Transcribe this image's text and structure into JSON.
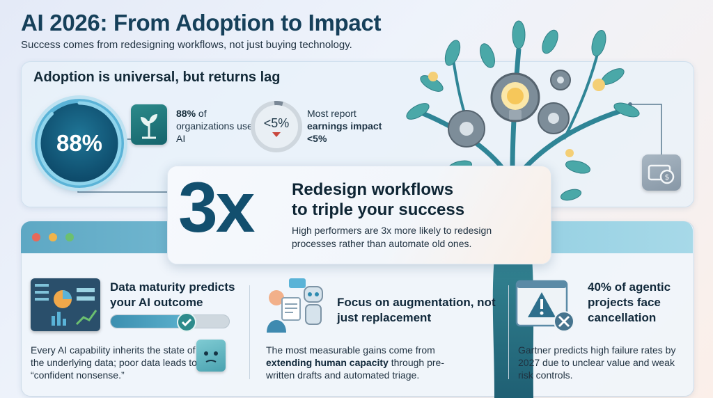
{
  "header": {
    "title": "AI 2026: From Adoption to Impact",
    "subtitle": "Success comes from redesigning workflows, not just buying technology."
  },
  "adoption": {
    "heading": "Adoption is universal, but returns lag",
    "ring_value": "88%",
    "ring_fraction": 0.88,
    "stat_bold": "88%",
    "stat_rest": " of organizations use AI",
    "earnings_ring_value": "<5%",
    "earnings_text_1": "Most report ",
    "earnings_text_bold": "earnings impact <5%"
  },
  "feature": {
    "big_value": "3x",
    "headline_1": "Redesign workflows",
    "headline_2": "to triple your success",
    "body": "High performers are 3x more likely to redesign processes rather than automate old ones."
  },
  "window_dots": {
    "red": "#e8695a",
    "yellow": "#f0b44a",
    "green": "#6cc070"
  },
  "columns": [
    {
      "title": "Data maturity predicts your AI outcome",
      "body": "Every AI capability inherits the state of the underlying data; poor data leads to “confident nonsense.”",
      "progress": 0.72
    },
    {
      "title": "Focus on augmentation, not just replacement",
      "body_1": "The most measurable gains come from ",
      "body_bold": "extending human capacity",
      "body_2": " through pre-written drafts and automated triage."
    },
    {
      "title": "40% of agentic projects face cancellation",
      "body": "Gartner predicts high failure rates by 2027 due to unclear value and weak risk controls."
    }
  ],
  "icons": {
    "plant": "plant-icon",
    "money": "money-icon",
    "dashboard": "dashboard-icon",
    "check": "check-icon",
    "cube": "data-cube-icon",
    "robot": "robot-assistant-icon",
    "warning": "warning-icon",
    "tree": "tree-gears-illustration"
  },
  "colors": {
    "accent": "#124f6e",
    "teal": "#2e8b8c",
    "down": "#c9473d"
  }
}
